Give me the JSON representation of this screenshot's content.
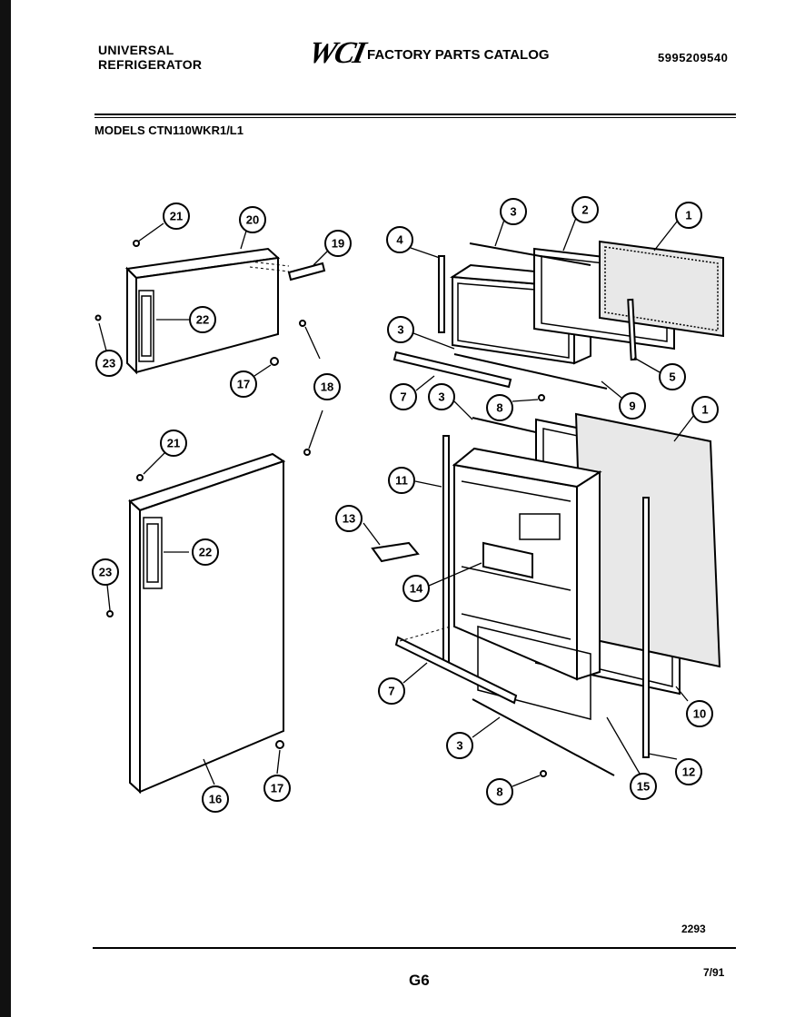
{
  "header": {
    "brand_line1": "UNIVERSAL",
    "brand_line2": "REFRIGERATOR",
    "logo": "WCI",
    "catalog_title": "FACTORY PARTS CATALOG",
    "catalog_number": "5995209540",
    "models": "MODELS CTN110WKR1/L1"
  },
  "footer": {
    "reference": "2293",
    "page": "G6",
    "date": "7/91"
  },
  "callouts": {
    "c21a": "21",
    "c20": "20",
    "c19": "19",
    "c22a": "22",
    "c23a": "23",
    "c17a": "17",
    "c18": "18",
    "c21b": "21",
    "c22b": "22",
    "c23b": "23",
    "c16": "16",
    "c17b": "17",
    "c4": "4",
    "c3a": "3",
    "c2": "2",
    "c1a": "1",
    "c5": "5",
    "c3b": "3",
    "c7a": "7",
    "c8a": "8",
    "c9": "9",
    "c3c": "3",
    "c1b": "1",
    "c11": "11",
    "c13": "13",
    "c14": "14",
    "c7b": "7",
    "c10": "10",
    "c3d": "3",
    "c12": "12",
    "c8b": "8",
    "c15": "15"
  }
}
